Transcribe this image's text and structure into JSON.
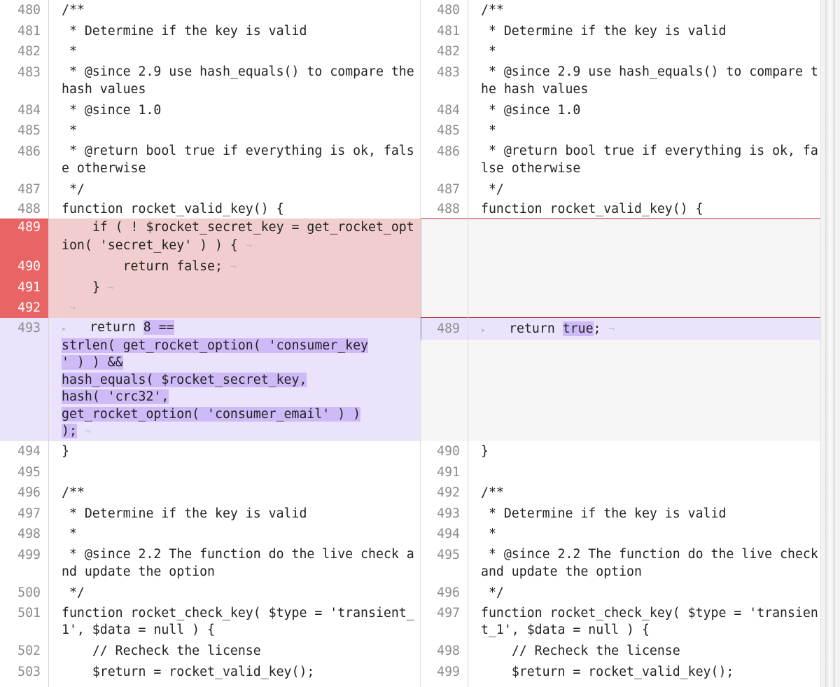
{
  "diff": {
    "left": {
      "block1": [
        {
          "ln": "480",
          "text": "/**"
        },
        {
          "ln": "481",
          "text": " * Determine if the key is valid"
        },
        {
          "ln": "482",
          "text": " *"
        },
        {
          "ln": "483",
          "text": " * @since 2.9 use hash_equals() to compare the hash values"
        },
        {
          "ln": "484",
          "text": " * @since 1.0"
        },
        {
          "ln": "485",
          "text": " *"
        },
        {
          "ln": "486",
          "text": " * @return bool true if everything is ok, false otherwise"
        },
        {
          "ln": "487",
          "text": " */"
        },
        {
          "ln": "488",
          "text": "function rocket_valid_key() {"
        }
      ],
      "deleted": [
        {
          "ln": "489",
          "text": "    if ( ! $rocket_secret_key = get_rocket_option( 'secret_key' ) ) {",
          "eol": "¬"
        },
        {
          "ln": "490",
          "text": "        return false;",
          "eol": "¬"
        },
        {
          "ln": "491",
          "text": "    }",
          "eol": "¬"
        },
        {
          "ln": "492",
          "text": " ",
          "eol": "¬"
        }
      ],
      "changed": {
        "ln": "493",
        "tab_marker": "▸",
        "prefix": "    return ",
        "highlight": "8 == strlen( get_rocket_option( 'consumer_key' ) ) && hash_equals( $rocket_secret_key, hash( 'crc32', get_rocket_option( 'consumer_email' ) ) )",
        "suffix": ";",
        "eol": "¬",
        "display_lines": [
          "return 8 ==",
          "strlen( get_rocket_option( 'consumer_key",
          "' ) ) &&",
          "hash_equals( $rocket_secret_key,",
          "hash( 'crc32',",
          "get_rocket_option( 'consumer_email' ) )",
          ");"
        ]
      },
      "block2": [
        {
          "ln": "494",
          "text": "}"
        },
        {
          "ln": "495",
          "text": ""
        },
        {
          "ln": "496",
          "text": "/**"
        },
        {
          "ln": "497",
          "text": " * Determine if the key is valid"
        },
        {
          "ln": "498",
          "text": " *"
        },
        {
          "ln": "499",
          "text": " * @since 2.2 The function do the live check and update the option"
        },
        {
          "ln": "500",
          "text": " */"
        },
        {
          "ln": "501",
          "text": "function rocket_check_key( $type = 'transient_1', $data = null ) {"
        },
        {
          "ln": "502",
          "text": "    // Recheck the license"
        },
        {
          "ln": "503",
          "text": "    $return = rocket_valid_key();"
        }
      ]
    },
    "right": {
      "block1": [
        {
          "ln": "480",
          "text": "/**"
        },
        {
          "ln": "481",
          "text": " * Determine if the key is valid"
        },
        {
          "ln": "482",
          "text": " *"
        },
        {
          "ln": "483",
          "text": " * @since 2.9 use hash_equals() to compare the hash values"
        },
        {
          "ln": "484",
          "text": " * @since 1.0"
        },
        {
          "ln": "485",
          "text": " *"
        },
        {
          "ln": "486",
          "text": " * @return bool true if everything is ok, false otherwise"
        },
        {
          "ln": "487",
          "text": " */"
        },
        {
          "ln": "488",
          "text": "function rocket_valid_key() {"
        }
      ],
      "changed": {
        "ln": "489",
        "tab_marker": "▸",
        "prefix": "    return ",
        "highlight": "true",
        "suffix": ";",
        "eol": "¬"
      },
      "block2": [
        {
          "ln": "490",
          "text": "}"
        },
        {
          "ln": "491",
          "text": ""
        },
        {
          "ln": "492",
          "text": "/**"
        },
        {
          "ln": "493",
          "text": " * Determine if the key is valid"
        },
        {
          "ln": "494",
          "text": " *"
        },
        {
          "ln": "495",
          "text": " * @since 2.2 The function do the live check and update the option"
        },
        {
          "ln": "496",
          "text": " */"
        },
        {
          "ln": "497",
          "text": "function rocket_check_key( $type = 'transient_1', $data = null ) {"
        },
        {
          "ln": "498",
          "text": "    // Recheck the license"
        },
        {
          "ln": "499",
          "text": "    $return = rocket_valid_key();"
        }
      ]
    }
  },
  "colors": {
    "deleted_bg": "#f2cdcd",
    "deleted_gutter": "#e96465",
    "inserted_bg": "#ebe3fb",
    "inserted_highlight": "#cdbaf7",
    "placeholder_border": "#b3262a"
  }
}
